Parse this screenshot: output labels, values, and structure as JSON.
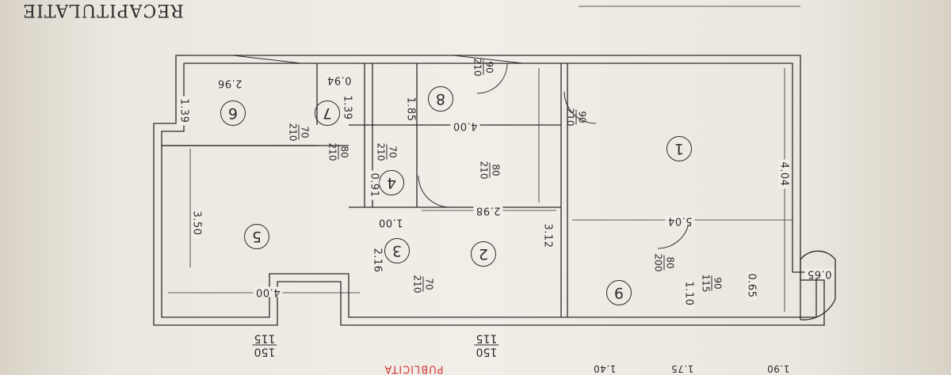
{
  "document": {
    "title": "RECAPITULATIE",
    "stamp_text": "PUBLICITA"
  },
  "rooms": [
    {
      "number": "1"
    },
    {
      "number": "2"
    },
    {
      "number": "3"
    },
    {
      "number": "4"
    },
    {
      "number": "5"
    },
    {
      "number": "6"
    },
    {
      "number": "7"
    },
    {
      "number": "8"
    },
    {
      "number": "9"
    }
  ],
  "dimensions": {
    "room1_width": "5.04",
    "room1_depth": "4.04",
    "room2_width": "2.98",
    "room2_depth": "3.12",
    "room3_width": "1.00",
    "room3_depth": "2.16",
    "room4_depth": "0.91",
    "room5_width": "4.00",
    "room5_depth": "3.50",
    "room6_width": "2.96",
    "room6_depth": "1.39",
    "room7_depth": "1.39",
    "room7_width": "0.94",
    "hall_length": "4.00",
    "hall_width": "1.85",
    "balcony_depth": "1.10",
    "balcony_bay_a": "0.65",
    "balcony_bay_b": "0.65",
    "bottom_a": "1.90",
    "bottom_b": "1.75",
    "bottom_c": "1.40"
  },
  "doors": {
    "entry_door": {
      "width": "90",
      "height": "210"
    },
    "room1_door": {
      "width": "90",
      "height": "210"
    },
    "room2_door": {
      "width": "80",
      "height": "210"
    },
    "room3_door": {
      "width": "70",
      "height": "210"
    },
    "room4_door": {
      "width": "70",
      "height": "210"
    },
    "room5_door": {
      "width": "80",
      "height": "210"
    },
    "room7_door": {
      "width": "70",
      "height": "210"
    },
    "balcony_door": {
      "width": "80",
      "height": "200"
    }
  },
  "windows": {
    "room5_window": {
      "width": "150",
      "height": "115"
    },
    "room2_window": {
      "width": "150",
      "height": "115"
    },
    "balcony_window": {
      "width": "90",
      "height": "115"
    }
  }
}
